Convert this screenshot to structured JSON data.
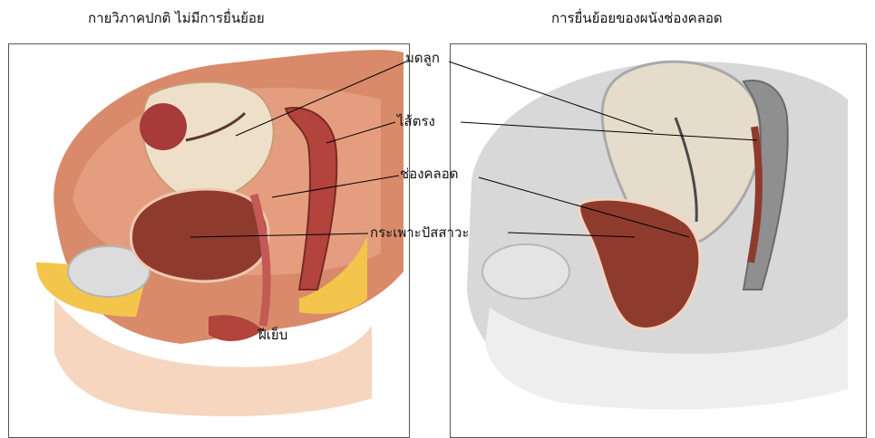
{
  "headings": {
    "left": "กายวิภาคปกติ ไม่มีการยื่นย้อย",
    "right": "การยื่นย้อยของผนังช่องคลอด"
  },
  "labels": {
    "uterus": "มดลูก",
    "rectum": "ไส้ตรง",
    "vagina": "ช่องคลอด",
    "bladder": "กระเพาะปัสสาวะ",
    "perineum": "ฝีเย็บ"
  },
  "colors": {
    "muscle": "#d98a6a",
    "uterus": "#eee0c8",
    "bladder": "#8e3b2e",
    "fat": "#f3c54a",
    "gray_tissue": "#b9b9b9"
  }
}
